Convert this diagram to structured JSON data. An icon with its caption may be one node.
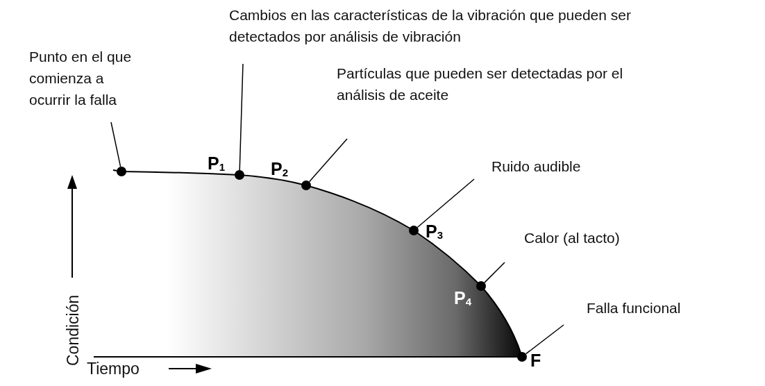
{
  "diagram": {
    "nodes": [
      {
        "text": [
          "Punto en el que comienza a ocurrir la falla"
        ]
      },
      {
        "text": [
          "Cambios en las características de la vibración que pueden ser detectados por análisis de vibración"
        ]
      },
      {
        "text": [
          "Partículas que pueden ser detectadas por el análisis de aceite"
        ]
      },
      {
        "text": [
          "Ruido audible"
        ]
      },
      {
        "text": [
          "Calor (al tacto)"
        ]
      },
      {
        "text": [
          "Falla funcional"
        ]
      },
      {
        "text": [],
        "shape": "circle"
      },
      {
        "text": [],
        "shape": "circle",
        "beside": [
          "P$_{1}$"
        ]
      },
      {
        "text": [],
        "shape": "circle",
        "beside": [
          "P$_{2}$"
        ]
      },
      {
        "text": [],
        "shape": "circle",
        "beside": [
          "P$_{3}$"
        ]
      },
      {
        "text": [],
        "shape": "circle",
        "beside": [
          "P$_{4}$"
        ]
      },
      {
        "text": [],
        "shape": "circle",
        "beside": [
          "F"
        ]
      }
    ],
    "edges": [
      {
        "from": 0,
        "to": 6,
        "arrow": "none"
      },
      {
        "from": 1,
        "to": 7,
        "arrow": "none"
      },
      {
        "from": 2,
        "to": 8,
        "arrow": "none"
      },
      {
        "from": 3,
        "to": 9,
        "arrow": "none"
      },
      {
        "from": 4,
        "to": 10,
        "arrow": "none"
      },
      {
        "from": 5,
        "to": 11,
        "arrow": "none"
      }
    ],
    "labels": [
      "Condición",
      "Tiempo"
    ]
  }
}
